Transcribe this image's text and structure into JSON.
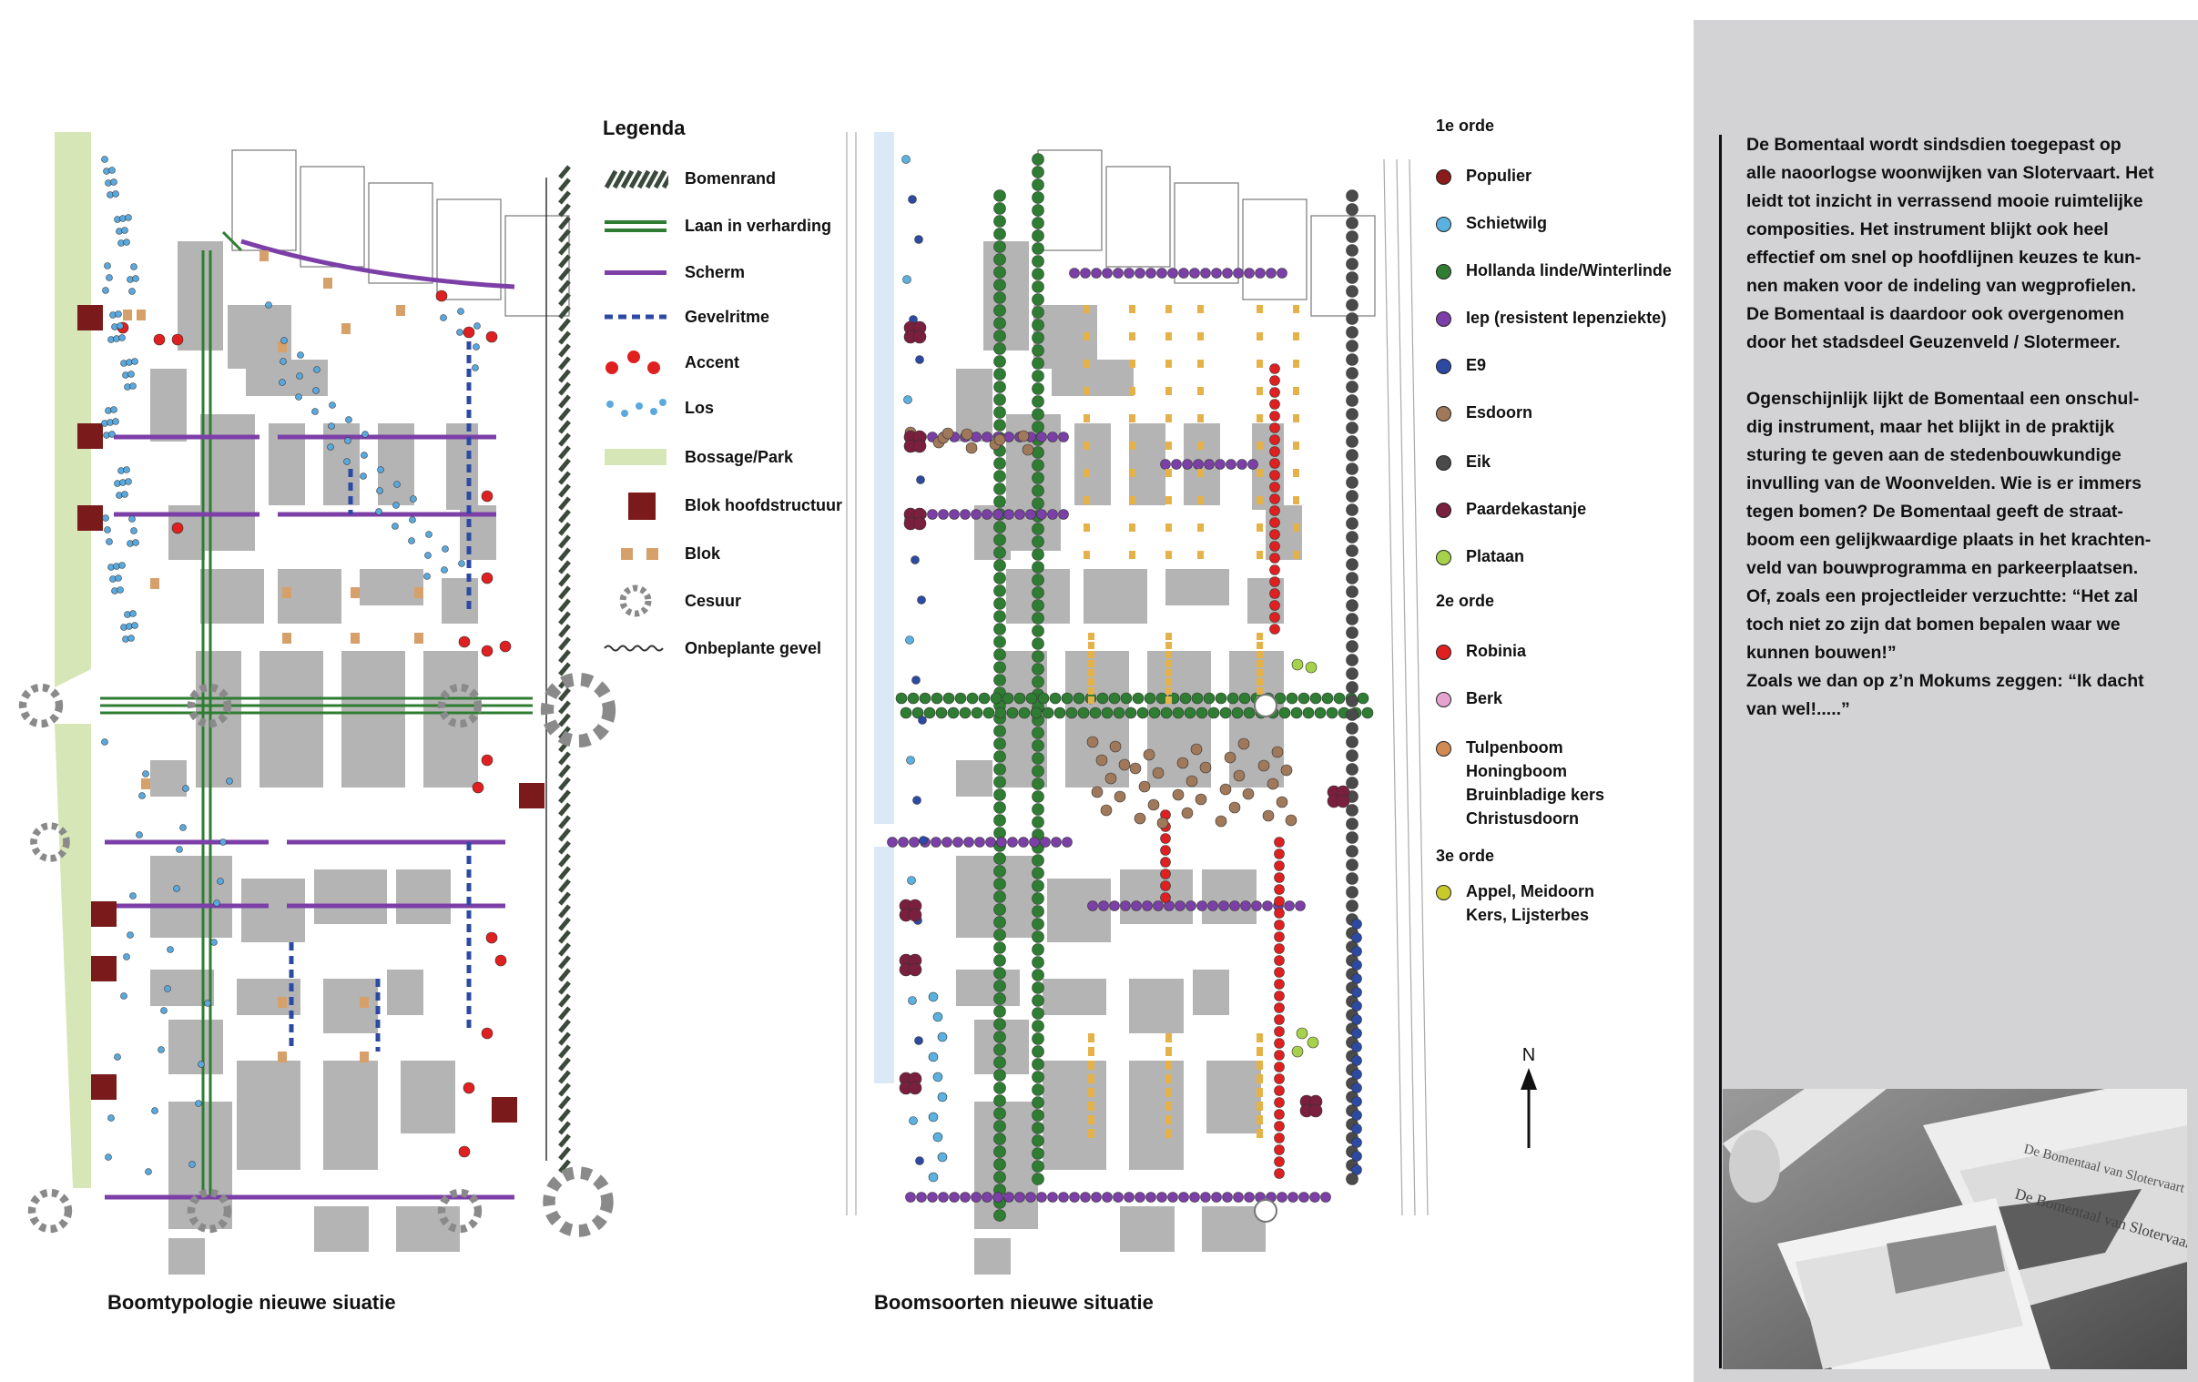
{
  "legend": {
    "title": "Legenda",
    "items": [
      {
        "key": "bomenrand",
        "label": "Bomenrand",
        "symbol": "hatch"
      },
      {
        "key": "laan",
        "label": "Laan in verharding",
        "symbol": "double-line"
      },
      {
        "key": "scherm",
        "label": "Scherm",
        "symbol": "purple-line"
      },
      {
        "key": "gevelritme",
        "label": "Gevelritme",
        "symbol": "dashed-line"
      },
      {
        "key": "accent",
        "label": "Accent",
        "symbol": "red-dots"
      },
      {
        "key": "los",
        "label": "Los",
        "symbol": "blue-dots"
      },
      {
        "key": "bossage",
        "label": "Bossage/Park",
        "symbol": "green-fill"
      },
      {
        "key": "blok_hoofd",
        "label": "Blok hoofdstructuur",
        "symbol": "dark-block"
      },
      {
        "key": "blok",
        "label": "Blok",
        "symbol": "tan-blocks"
      },
      {
        "key": "cesuur",
        "label": "Cesuur",
        "symbol": "ring"
      },
      {
        "key": "onbeplante",
        "label": "Onbeplante gevel",
        "symbol": "wavy-line"
      }
    ]
  },
  "species": {
    "groups": [
      {
        "heading": "1e orde",
        "items": [
          {
            "label": "Populier",
            "color": "#8b1a1a"
          },
          {
            "label": "Schietwilg",
            "color": "#5bb1e0"
          },
          {
            "label": "Hollanda linde/Winterlinde",
            "color": "#2e7d32"
          },
          {
            "label": "Iep (resistent Iepenziekte)",
            "color": "#7b3fa7"
          },
          {
            "label": "E9",
            "color": "#2d4aa3"
          },
          {
            "label": "Esdoorn",
            "color": "#a0785a"
          },
          {
            "label": "Eik",
            "color": "#4a4a4a"
          },
          {
            "label": "Paardekastanje",
            "color": "#7a1f3d"
          },
          {
            "label": "Plataan",
            "color": "#a6d14a"
          }
        ]
      },
      {
        "heading": "2e orde",
        "items": [
          {
            "label": "Robinia",
            "color": "#e02020"
          },
          {
            "label": "Berk",
            "color": "#e6a3d0"
          },
          {
            "label": "Tulpenboom\nHoningboom\nBruinbladige kers\nChristusdoorn",
            "color": "#d08a52"
          }
        ]
      },
      {
        "heading": "3e orde",
        "items": [
          {
            "label": "Appel, Meidoorn\nKers, Lijsterbes",
            "color": "#c9c92a"
          }
        ]
      }
    ]
  },
  "captions": {
    "left": "Boomtypologie nieuwe siuatie",
    "right": "Boomsoorten nieuwe situatie"
  },
  "north_label": "N",
  "panel": {
    "paragraph1": "De Bomentaal wordt sindsdien toegepast op\nalle naoorlogse woonwijken van Slotervaart. Het\nleidt tot inzicht in verrassend mooie ruimtelijke\ncomposities. Het instrument blijkt ook heel\neffectief om snel op hoofdlijnen keuzes te kun-\nnen maken voor de indeling van wegprofielen.\nDe Bomentaal is daardoor ook overgenomen\ndoor het stadsdeel Geuzenveld / Slotermeer.",
    "paragraph2": "Ogenschijnlijk lijkt de Bomentaal een onschul-\ndig instrument, maar het blijkt in de praktijk\nsturing te geven aan de stedenbouwkundige\ninvulling van de Woonvelden. Wie is er immers\ntegen bomen? De Bomentaal geeft de straat-\nboom een gelijkwaardige plaats in het krachten-\nveld van bouwprogramma en parkeerplaatsen.\nOf, zoals een projectleider verzuchtte: “Het zal\ntoch niet zo zijn dat bomen bepalen waar we\nkunnen bouwen!”\nZoals we dan op z’n Mokums zeggen: “Ik dacht\nvan wel!.....”",
    "photo_text_1": "De Bomentaal van Slotervaart",
    "photo_text_2": "De Bomentaal van Slotervaart"
  },
  "colors": {
    "building": "#b4b4b4",
    "park": "#d6e6b6",
    "laan": "#2e7d32",
    "scherm": "#7b3fa7",
    "gevel": "#2d4aa3",
    "accent": "#e02020",
    "los": "#5aa9de",
    "block_dark": "#7a1a1a",
    "block_tan": "#d6a06a",
    "ring": "#8a8a8a",
    "tan_cluster": "#e5b24a"
  }
}
